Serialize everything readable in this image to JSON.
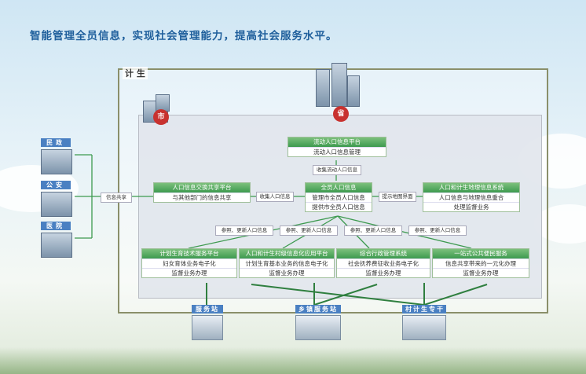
{
  "headline": "智能管理全员信息，实现社会管理能力，提高社会服务水平。",
  "panel_label": "计 生",
  "badges": {
    "city": "市",
    "province": "省"
  },
  "left_agencies": [
    {
      "label": "民政"
    },
    {
      "label": "公安"
    },
    {
      "label": "医院"
    }
  ],
  "info_share_tag": "信息共享",
  "top_platform": {
    "title": "流动人口信息平台",
    "rows": [
      "流动人口信息管理"
    ]
  },
  "collect_floating_tag": "收集流动人口信息",
  "middle": {
    "left": {
      "title": "人口信息交换共享平台",
      "rows": [
        "与其他部门的信息共享"
      ]
    },
    "center": {
      "title": "全员人口信息",
      "rows": [
        "管理市全员人口信息",
        "提供市全员人口信息"
      ]
    },
    "right": {
      "title": "人口和计生地理信息系统",
      "rows": [
        "人口信息与地理信息重合",
        "处理监督业务"
      ]
    }
  },
  "left_mid_tag": "收集人口信息",
  "right_mid_tag": "提示地图界面",
  "ref_tags": [
    "参照、更新人口信息",
    "参照、更新人口信息",
    "参照、更新人口信息",
    "参照、更新人口信息"
  ],
  "bottom_boxes": [
    {
      "title": "计划生育技术服务平台",
      "rows": [
        "妇女育体业务电子化",
        "监督业务办理"
      ]
    },
    {
      "title": "人口和计生村级信息化应用平台",
      "rows": [
        "计划生育基本业务的信息电子化",
        "监督业务办理"
      ]
    },
    {
      "title": "综合行政管理系统",
      "rows": [
        "社会抚养费征收业务电子化",
        "监督业务办理"
      ]
    },
    {
      "title": "一站式公共便民服务",
      "rows": [
        "信息共享带来的一元化办理",
        "监督业务办理"
      ]
    }
  ],
  "stations": [
    {
      "label": "服务站"
    },
    {
      "label": "乡镇服务站"
    },
    {
      "label": "村计生专干"
    }
  ],
  "colors": {
    "header_green": "#3d9a4f",
    "label_blue": "#4a80c2",
    "badge_red": "#c8322f",
    "headline_blue": "#1f5f9c"
  }
}
